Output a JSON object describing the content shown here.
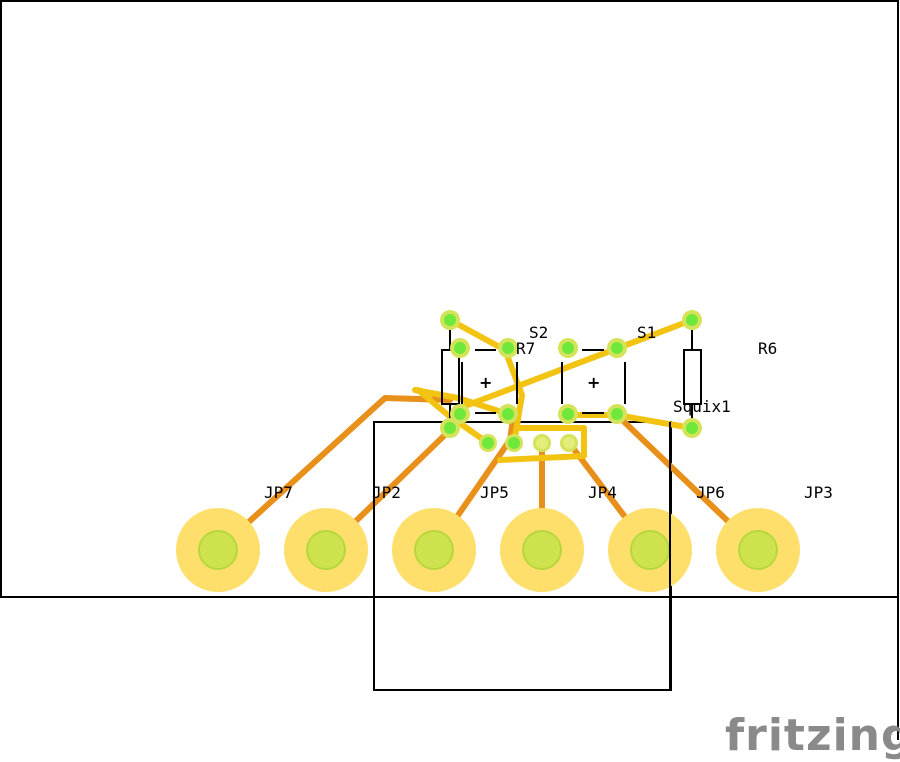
{
  "labels": {
    "S2": "S2",
    "R7": "R7",
    "S1": "S1",
    "R6": "R6",
    "Squix1": "Squix1",
    "JP7": "JP7",
    "JP2": "JP2",
    "JP5": "JP5",
    "JP4": "JP4",
    "JP6": "JP6",
    "JP3": "JP3"
  },
  "polarity_mark": "+",
  "brand": "fritzing",
  "colors": {
    "background": "#ffffff",
    "outline": "#000000",
    "trace_top": "#f2c411",
    "trace_bottom": "#e8901a",
    "pad_copper": "#ffdf6b",
    "pad_hole": "#cde24c",
    "via_green": "#6ee83a",
    "brand": "#8a8a8a"
  }
}
